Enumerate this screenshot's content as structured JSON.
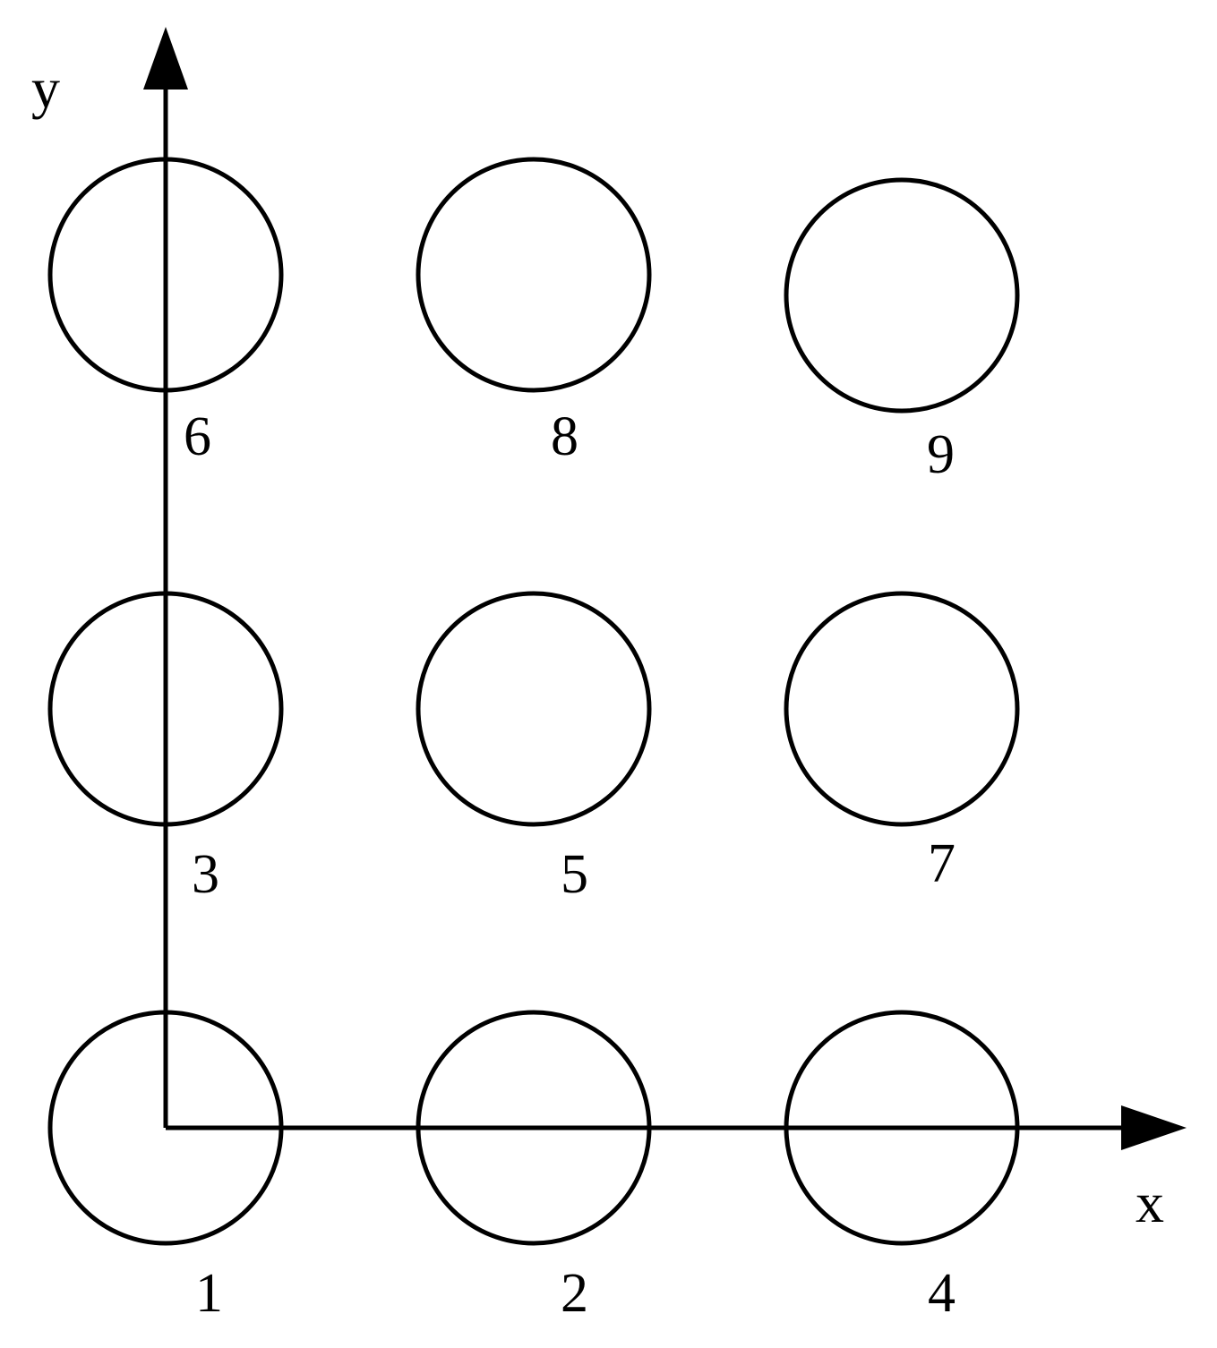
{
  "axes": {
    "x_label": "x",
    "y_label": "y"
  },
  "circles": [
    {
      "label": "1",
      "col": 1,
      "row": 1
    },
    {
      "label": "2",
      "col": 2,
      "row": 1
    },
    {
      "label": "4",
      "col": 3,
      "row": 1
    },
    {
      "label": "3",
      "col": 1,
      "row": 2
    },
    {
      "label": "5",
      "col": 2,
      "row": 2
    },
    {
      "label": "7",
      "col": 3,
      "row": 2
    },
    {
      "label": "6",
      "col": 1,
      "row": 3
    },
    {
      "label": "8",
      "col": 2,
      "row": 3
    },
    {
      "label": "9",
      "col": 3,
      "row": 3
    }
  ]
}
